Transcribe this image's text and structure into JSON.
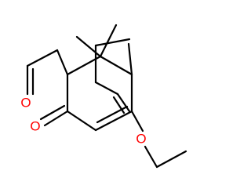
{
  "molecule": {
    "atoms": {
      "aldehyde_oxygen": "O",
      "ketone_oxygen": "O",
      "ether_oxygen": "O"
    },
    "colors": {
      "bond": "#000000",
      "oxygen": "#ff0000",
      "background": "#ffffff"
    }
  }
}
